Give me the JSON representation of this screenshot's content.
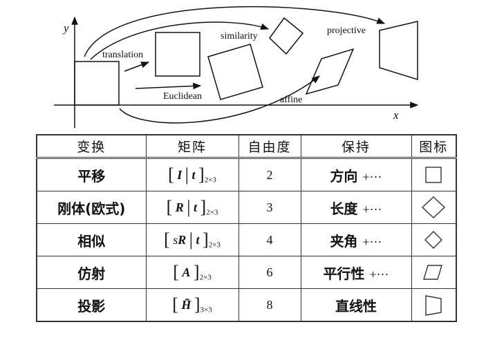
{
  "diagram": {
    "axis_x": "x",
    "axis_y": "y",
    "labels": {
      "translation": "translation",
      "euclidean": "Euclidean",
      "similarity": "similarity",
      "affine": "affine",
      "projective": "projective"
    }
  },
  "table": {
    "headers": [
      "变换",
      "矩阵",
      "自由度",
      "保持",
      "图标"
    ],
    "rows": [
      {
        "name": "平移",
        "matrix": {
          "pre": "",
          "m": "I",
          "sep": "t",
          "dims": "2×3"
        },
        "dof": "2",
        "keep": "方向",
        "more": "+···",
        "icon": "square-icon"
      },
      {
        "name": "刚体(欧式)",
        "matrix": {
          "pre": "",
          "m": "R",
          "sep": "t",
          "dims": "2×3"
        },
        "dof": "3",
        "keep": "长度",
        "more": "+···",
        "icon": "rotated-square-icon"
      },
      {
        "name": "相似",
        "matrix": {
          "pre": "s",
          "m": "R",
          "sep": "t",
          "dims": "2×3"
        },
        "dof": "4",
        "keep": "夹角",
        "more": "+···",
        "icon": "small-rotated-square-icon"
      },
      {
        "name": "仿射",
        "matrix": {
          "pre": "",
          "m": "A",
          "sep": "",
          "dims": "2×3"
        },
        "dof": "6",
        "keep": "平行性",
        "more": "+···",
        "icon": "parallelogram-icon"
      },
      {
        "name": "投影",
        "matrix": {
          "pre": "",
          "m": "H̃",
          "sep": "",
          "dims": "3×3"
        },
        "dof": "8",
        "keep": "直线性",
        "more": "",
        "icon": "trapezoid-icon"
      }
    ]
  }
}
